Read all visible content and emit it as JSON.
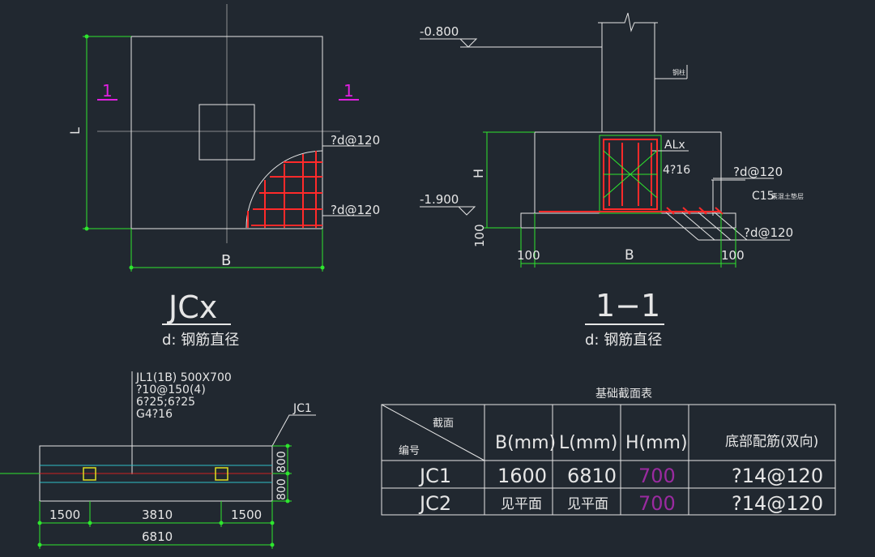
{
  "colors": {
    "background": "#212830",
    "line": "#e6e6e6",
    "dimension": "#2ee62e",
    "rebar": "#ff2a2a",
    "section_marker": "#e020e0",
    "table_height": "#9a2aa0",
    "beam_axis": "#30c0c8",
    "beam_center": "#d02020",
    "column_box": "#e0e020"
  },
  "plan": {
    "section_mark_left": "1",
    "section_mark_right": "1",
    "dim_l": "L",
    "dim_b": "B",
    "rebar_top": "?d@120",
    "rebar_bottom": "?d@120",
    "title": "JCx",
    "subtitle": "d: 钢筋直径"
  },
  "section": {
    "elev_top": "-0.800",
    "elev_bottom": "-1.900",
    "column_note": "钢柱",
    "dim_h": "H",
    "dim_100_v": "100",
    "label_alx": "ALx",
    "label_bars": "4?16",
    "rebar_upper": "?d@120",
    "c15_label": "C15",
    "c15_note": "素混土垫层",
    "rebar_lower": "?d@120",
    "dim_left": "100",
    "dim_b": "B",
    "dim_right": "100",
    "title": "1−1",
    "subtitle": "d: 钢筋直径"
  },
  "beam": {
    "label_line1": "JL1(1B) 500X700",
    "label_line2": "?10@150(4)",
    "label_line3": "6?25;6?25",
    "label_line4": "G4?16",
    "jc_label": "JC1",
    "dim_right_top": "800",
    "dim_right_bottom": "800",
    "dim_1500_left": "1500",
    "dim_3810": "3810",
    "dim_1500_right": "1500",
    "dim_total": "6810"
  },
  "table": {
    "title": "基础截面表",
    "diag_top": "截面",
    "diag_bottom": "编号",
    "headers": [
      "B(mm)",
      "L(mm)",
      "H(mm)",
      "底部配筋(双向)"
    ],
    "rows": [
      {
        "id": "JC1",
        "b": "1600",
        "l": "6810",
        "h": "700",
        "rebar": "?14@120"
      },
      {
        "id": "JC2",
        "b": "见平面",
        "l": "见平面",
        "h": "700",
        "rebar": "?14@120"
      }
    ]
  }
}
